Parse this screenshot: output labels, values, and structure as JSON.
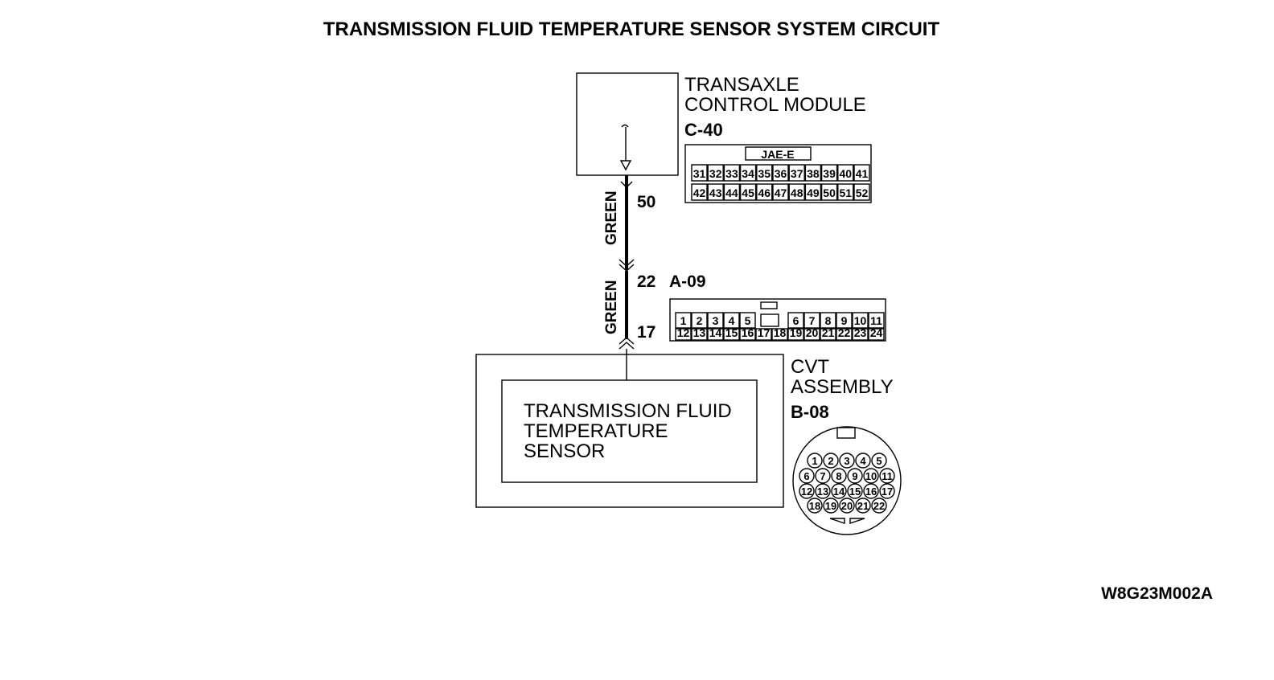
{
  "title": "TRANSMISSION FLUID TEMPERATURE SENSOR SYSTEM CIRCUIT",
  "tcm": {
    "line1": "TRANSAXLE",
    "line2": "CONTROL MODULE",
    "connector_code": "C-40",
    "connector_tag": "JAE-E",
    "row1_pins": [
      "31",
      "32",
      "33",
      "34",
      "35",
      "36",
      "37",
      "38",
      "39",
      "40",
      "41"
    ],
    "row2_pins": [
      "42",
      "43",
      "44",
      "45",
      "46",
      "47",
      "48",
      "49",
      "50",
      "51",
      "52"
    ],
    "terminal": "50"
  },
  "wire_top": {
    "color": "GREEN"
  },
  "junction": {
    "terminal_top": "22",
    "connector_code": "A-09",
    "terminal_bottom": "17"
  },
  "wire_bottom": {
    "color": "GREEN"
  },
  "a09_connector": {
    "row1_pins": [
      "1",
      "2",
      "3",
      "4",
      "5",
      "6",
      "7",
      "8",
      "9",
      "10",
      "11"
    ],
    "row2_pins": [
      "12",
      "13",
      "14",
      "15",
      "16",
      "17",
      "18",
      "19",
      "20",
      "21",
      "22",
      "23",
      "24"
    ]
  },
  "cvt": {
    "line1": "CVT",
    "line2": "ASSEMBLY",
    "connector_code": "B-08",
    "pins": [
      [
        "1",
        "2",
        "3",
        "4",
        "5"
      ],
      [
        "6",
        "7",
        "8",
        "9",
        "10",
        "11"
      ],
      [
        "12",
        "13",
        "14",
        "15",
        "16",
        "17"
      ],
      [
        "18",
        "19",
        "20",
        "21",
        "22"
      ]
    ]
  },
  "sensor": {
    "line1": "TRANSMISSION FLUID",
    "line2": "TEMPERATURE",
    "line3": "SENSOR"
  },
  "figure_code": "W8G23M002A"
}
